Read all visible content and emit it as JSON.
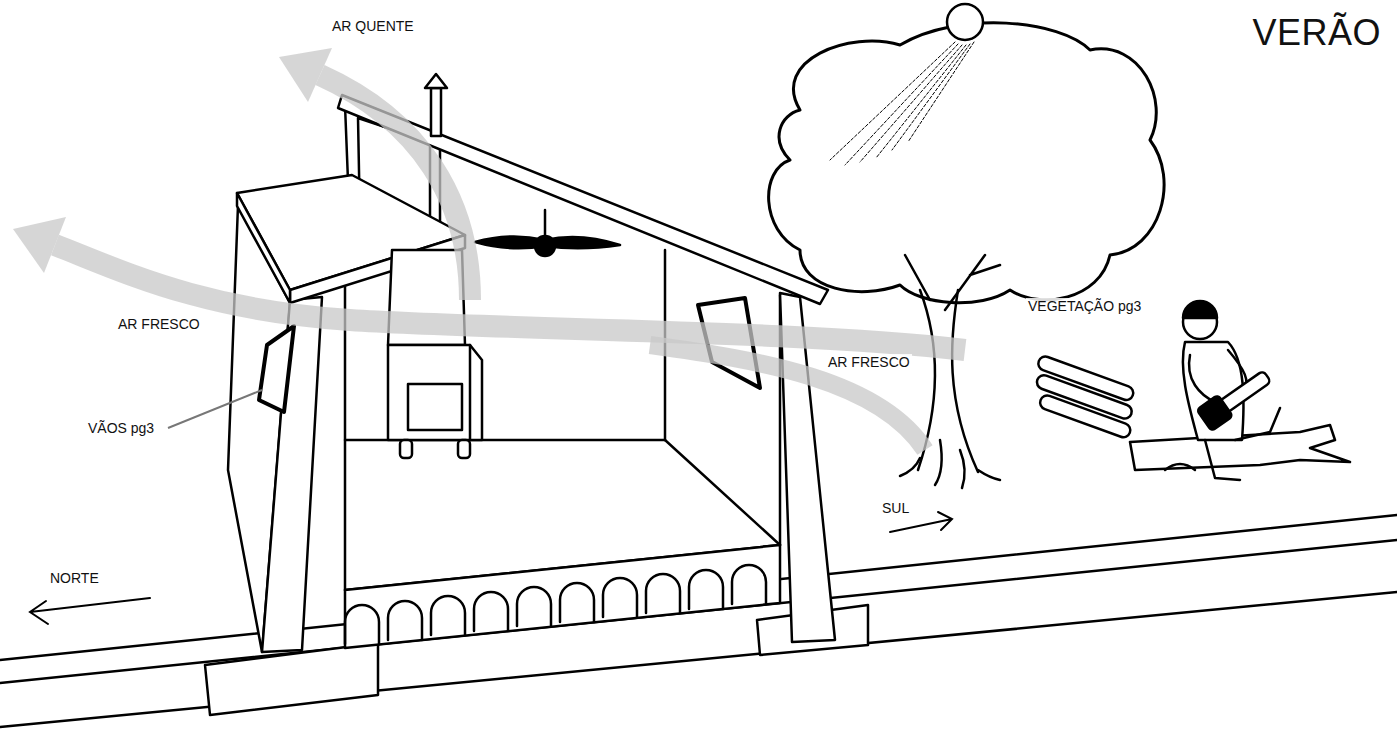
{
  "diagram": {
    "title": "VERÃO",
    "labels": [
      "AR QUENTE",
      "AR FRESCO",
      "VÃOS pg3",
      "AR FRESCO",
      "VEGETAÇÃO pg3",
      "SUL",
      "NORTE"
    ]
  }
}
